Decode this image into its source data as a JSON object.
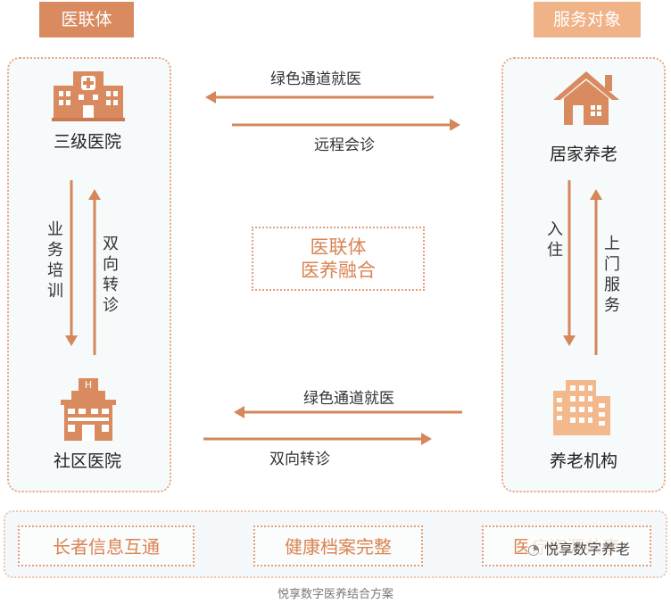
{
  "header": {
    "left_tab": "医联体",
    "right_tab": "服务对象"
  },
  "left_panel": {
    "top_node": "三级医院",
    "bottom_node": "社区医院",
    "down_arrow_label": "业务培训",
    "up_arrow_label": "双向转诊"
  },
  "right_panel": {
    "top_node": "居家养老",
    "bottom_node": "养老机构",
    "down_arrow_label": "入住",
    "up_arrow_label": "上门服务"
  },
  "top_flows": {
    "to_left": "绿色通道就医",
    "to_right": "远程会诊"
  },
  "bottom_flows": {
    "to_left": "绿色通道就医",
    "to_right": "双向转诊"
  },
  "center": {
    "line1": "医联体",
    "line2": "医养融合"
  },
  "features": [
    "长者信息互通",
    "健康档案完整",
    "医疗资源共享"
  ],
  "watermark": "悦享数字养老",
  "caption": "悦享数字医养结合方案",
  "colors": {
    "accent": "#d98a5f",
    "accent_light": "#f0b287",
    "arrow": "#d3875a",
    "icon": "#d98a5f",
    "icon_light": "#f3b98d"
  }
}
